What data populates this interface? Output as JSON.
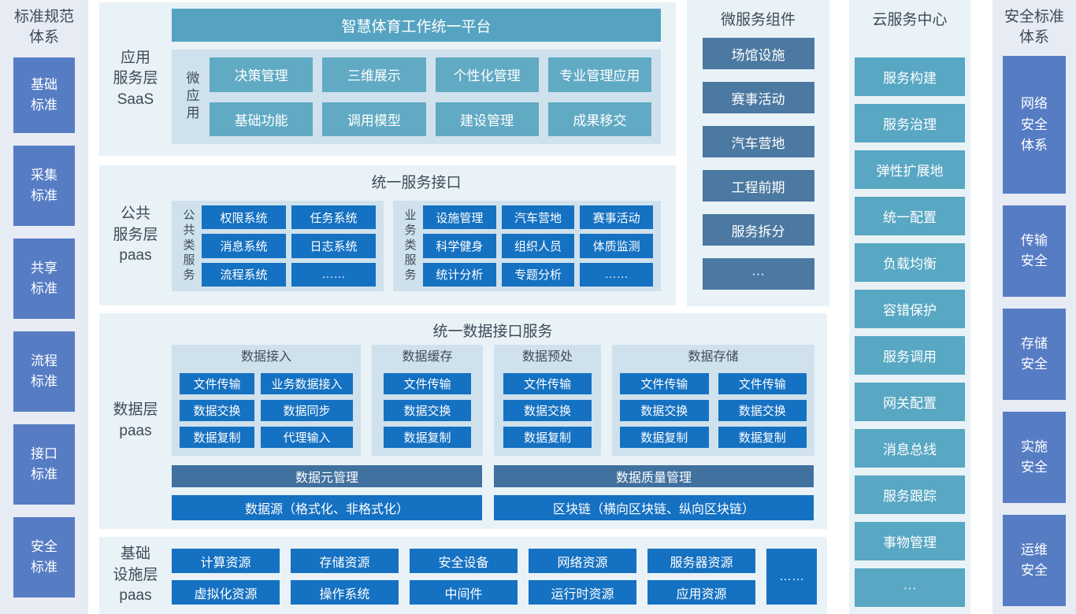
{
  "colors": {
    "teal_bar": "#55a3c1",
    "teal_box": "#61aac4",
    "bright_blue": "#1571c2",
    "steel_blue": "#40719f",
    "slate_blue": "#4b79a1",
    "periwinkle_blue": "#567cc4",
    "panel_background": "#e9f2f6",
    "sidebar_background": "#e7ebf4",
    "subpanel_background": "#cfe1ec",
    "heading_text": "#3f4b5b"
  },
  "left_sidebar": {
    "title": "标准规范\n体系",
    "items": [
      "基础\n标准",
      "采集\n标准",
      "共享\n标准",
      "流程\n标准",
      "接口\n标准",
      "安全\n标准"
    ]
  },
  "saas": {
    "label": "应用\n服务层\nSaaS",
    "platform_title": "智慧体育工作统一平台",
    "micro_app_label": "微应用",
    "apps": [
      "决策管理",
      "三维展示",
      "个性化管理",
      "专业管理应用",
      "基础功能",
      "调用模型",
      "建设管理",
      "成果移交"
    ]
  },
  "public_service": {
    "label": "公共\n服务层\npaas",
    "title": "统一服务接口",
    "groups": [
      {
        "label": "公共类服务",
        "items": [
          "权限系统",
          "任务系统",
          "消息系统",
          "日志系统",
          "流程系统",
          "……"
        ]
      },
      {
        "label": "业务类服务",
        "items": [
          "设施管理",
          "汽车营地",
          "赛事活动",
          "科学健身",
          "组织人员",
          "体质监测",
          "统计分析",
          "专题分析",
          "……"
        ]
      }
    ]
  },
  "data_layer": {
    "label": "数据层\npaas",
    "title": "统一数据接口服务",
    "groups": [
      {
        "title": "数据接入",
        "items": [
          "文件传输",
          "业务数据接入",
          "数据交换",
          "数据同步",
          "数据复制",
          "代理输入"
        ]
      },
      {
        "title": "数据缓存",
        "items": [
          "文件传输",
          "数据交换",
          "数据复制"
        ]
      },
      {
        "title": "数据预处",
        "items": [
          "文件传输",
          "数据交换",
          "数据复制"
        ]
      },
      {
        "title": "数据存储",
        "items": [
          "文件传输",
          "文件传输",
          "数据交换",
          "数据交换",
          "数据复制",
          "数据复制"
        ]
      }
    ],
    "meta_bars": [
      "数据元管理",
      "数据质量管理"
    ],
    "source_bars": [
      "数据源（格式化、非格式化）",
      "区块链（横向区块链、纵向区块链）"
    ]
  },
  "infrastructure": {
    "label": "基础\n设施层\npaas",
    "items": [
      "计算资源",
      "存储资源",
      "安全设备",
      "网络资源",
      "服务器资源",
      "虚拟化资源",
      "操作系统",
      "中间件",
      "运行时资源",
      "应用资源"
    ],
    "more": "……"
  },
  "micro_services": {
    "title": "微服务组件",
    "items": [
      "场馆设施",
      "赛事活动",
      "汽车营地",
      "工程前期",
      "服务拆分",
      "···"
    ]
  },
  "cloud_center": {
    "title": "云服务中心",
    "items": [
      "服务构建",
      "服务治理",
      "弹性扩展地",
      "统一配置",
      "负载均衡",
      "容错保护",
      "服务调用",
      "网关配置",
      "消息总线",
      "服务跟踪",
      "事物管理",
      "···"
    ]
  },
  "right_sidebar": {
    "title": "安全标准\n体系",
    "items": [
      "网络\n安全\n体系",
      "传输\n安全",
      "存储\n安全",
      "实施\n安全",
      "运维\n安全"
    ]
  }
}
